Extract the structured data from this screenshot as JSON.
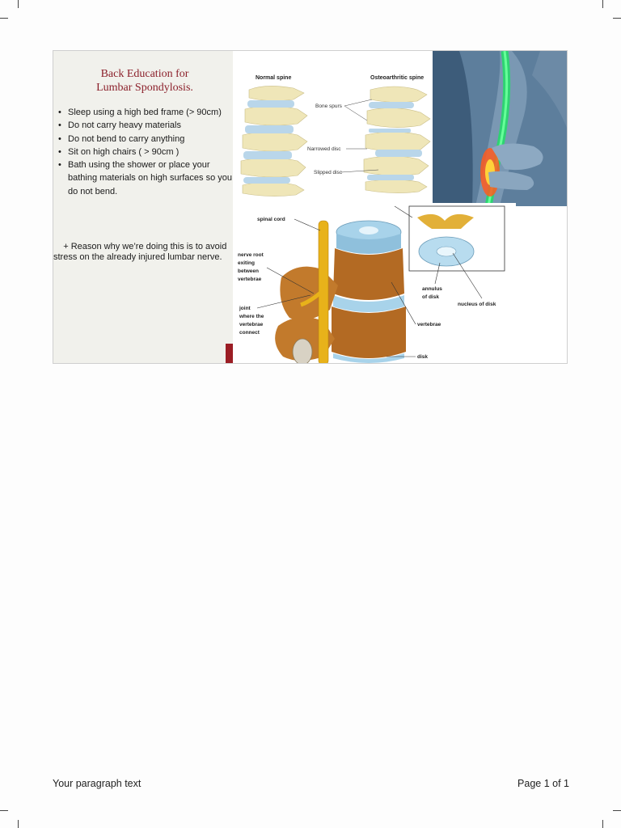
{
  "slide": {
    "title_line1": "Back Education for",
    "title_line2": "Lumbar Spondylosis.",
    "bullets": [
      "Sleep using a high bed frame (> 90cm)",
      "Do not carry heavy materials",
      "Do not bend to carry anything",
      "Sit on high chairs ( > 90cm )",
      "Bath using the shower or place your bathing materials on high surfaces so you do not bend."
    ],
    "reason": "+ Reason why we’re doing this is to avoid stress on the already injured lumbar nerve.",
    "accent_color": "#8b1f2a"
  },
  "figure_spine_compare": {
    "normal_label": "Normal spine",
    "oa_label": "Osteoarthritic spine",
    "bone_spurs": "Bone spurs",
    "narrowed_disc": "Narrowed disc",
    "slipped_disc": "Slipped disc"
  },
  "figure_anatomy": {
    "spinal_cord": "spinal cord",
    "nerve_root_1": "nerve root",
    "nerve_root_2": "exiting",
    "nerve_root_3": "between",
    "nerve_root_4": "vertebrae",
    "joint_1": "joint",
    "joint_2": "where the",
    "joint_3": "vertebrae",
    "joint_4": "connect",
    "annulus_1": "annulus",
    "annulus_2": "of disk",
    "nucleus": "nucleus of disk",
    "vertebrae": "vertebrae",
    "disk": "disk"
  },
  "footer": {
    "left": "Your paragraph text",
    "right": "Page 1 of 1"
  }
}
